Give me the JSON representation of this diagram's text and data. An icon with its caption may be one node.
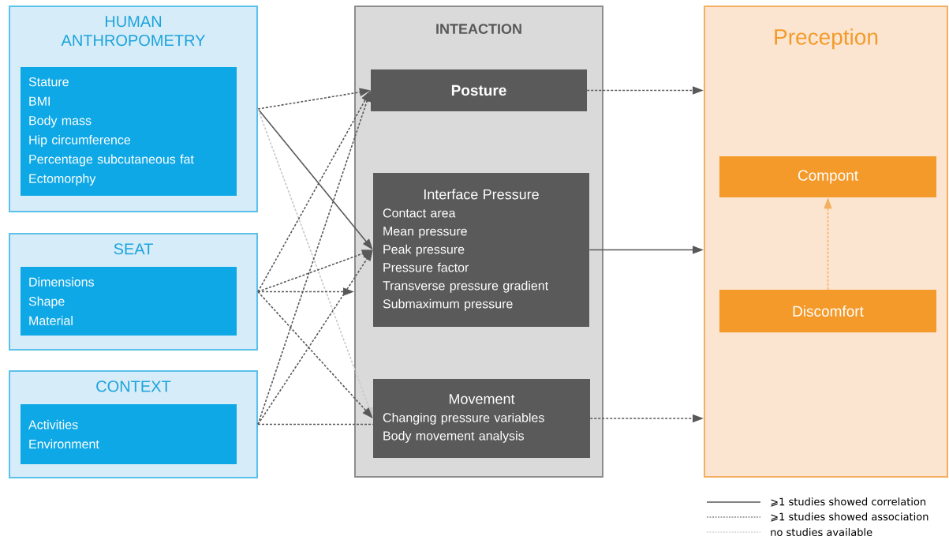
{
  "diagram": {
    "nodes": [
      {
        "text": [
          "HUMAN ANTHROPOMETRY"
        ]
      },
      {
        "text": [
          "Stature",
          "BMI",
          "Body mass",
          "Hip circumference",
          "Percentage subcutaneous fat",
          "Ectomorphy"
        ],
        "in": 0
      },
      {
        "text": [
          "SEAT"
        ]
      },
      {
        "text": [
          "Dimensions",
          "Shape",
          "Material"
        ],
        "in": 2
      },
      {
        "text": [
          "CONTEXT"
        ]
      },
      {
        "text": [
          "Activities",
          "Environment"
        ],
        "in": 4
      },
      {
        "text": [
          "INTEACTION"
        ]
      },
      {
        "text": [
          "Posture"
        ],
        "in": 6
      },
      {
        "text": [
          "Interface Pressure",
          "Contact area",
          "Mean pressure",
          "Peak pressure",
          "Pressure factor",
          "Transverse pressure gradient",
          "Submaximum pressure"
        ],
        "in": 6
      },
      {
        "text": [
          "Movement",
          "Changing pressure variables",
          "Body movement analysis"
        ],
        "in": 6
      },
      {
        "text": [
          "Preception"
        ]
      },
      {
        "text": [
          "Compont"
        ],
        "in": 10
      },
      {
        "text": [
          "Discomfort"
        ],
        "in": 10
      }
    ],
    "edges": [
      {
        "from": 0,
        "to": 7,
        "arrow": "to",
        "style": "dashed"
      },
      {
        "from": 0,
        "to": 8,
        "arrow": "to"
      },
      {
        "from": 0,
        "to": 9,
        "arrow": "to",
        "style": "dashed",
        "color": "#c8c8c8"
      },
      {
        "from": 2,
        "to": 7,
        "arrow": "to",
        "style": "dashed"
      },
      {
        "from": 2,
        "to": 8,
        "arrow": "to",
        "style": "dashed"
      },
      {
        "from": 2,
        "to": 6,
        "arrow": "to",
        "style": "dashed"
      },
      {
        "from": 2,
        "to": 9,
        "arrow": "to",
        "style": "dashed"
      },
      {
        "from": 4,
        "to": 7,
        "arrow": "to",
        "style": "dashed"
      },
      {
        "from": 4,
        "to": 8,
        "arrow": "to",
        "style": "dashed"
      },
      {
        "from": 4,
        "to": 9,
        "arrow": "none",
        "style": "dashed"
      },
      {
        "from": 7,
        "to": 10,
        "arrow": "to",
        "style": "dashed"
      },
      {
        "from": 8,
        "to": 10,
        "arrow": "to"
      },
      {
        "from": 9,
        "to": 10,
        "arrow": "to",
        "style": "dashed"
      },
      {
        "from": 12,
        "to": 11,
        "arrow": "to",
        "style": "dashed",
        "color": "#f4b060"
      }
    ],
    "legend": [
      {
        "text": "⩾1 studies showed correlation"
      },
      {
        "text": "⩾1 studies showed association"
      },
      {
        "text": "no studies available"
      }
    ]
  }
}
